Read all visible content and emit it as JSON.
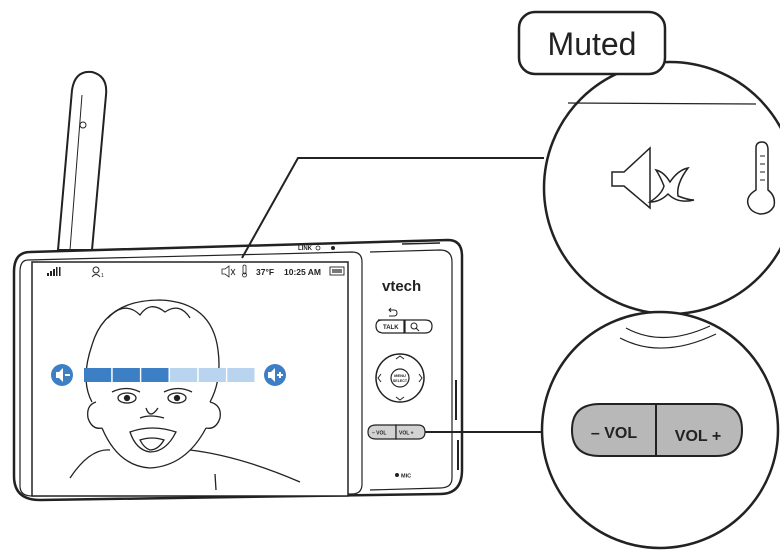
{
  "callout": {
    "label": "Muted"
  },
  "status_bar": {
    "temperature": "37°F",
    "time": "10:25 AM"
  },
  "top_indicators": {
    "link": "LINK"
  },
  "brand": {
    "logo": "vtech"
  },
  "buttons": {
    "talk": "TALK",
    "menu_line1": "MENU",
    "menu_line2": "SELECT",
    "vol_minus": "– VOL",
    "vol_plus": "VOL +",
    "vol_minus_zoom": "– VOL",
    "vol_plus_zoom": "VOL +"
  },
  "mic": {
    "label": "MIC"
  },
  "volume_bar": {
    "level": 0.6,
    "segments": 6
  },
  "icons": {
    "signal": "signal-icon",
    "camera": "camera-icon",
    "mute": "speaker-mute-icon",
    "thermometer": "thermometer-icon",
    "battery": "battery-icon",
    "vol_down": "volume-down-icon",
    "vol_up": "volume-up-icon",
    "back": "back-arrow-icon",
    "zoom": "zoom-icon"
  },
  "colors": {
    "bar_active": "#3d7fc4",
    "bar_inactive": "#b8d4ee",
    "outline": "#222222",
    "button_gray": "#b8b8b8"
  }
}
